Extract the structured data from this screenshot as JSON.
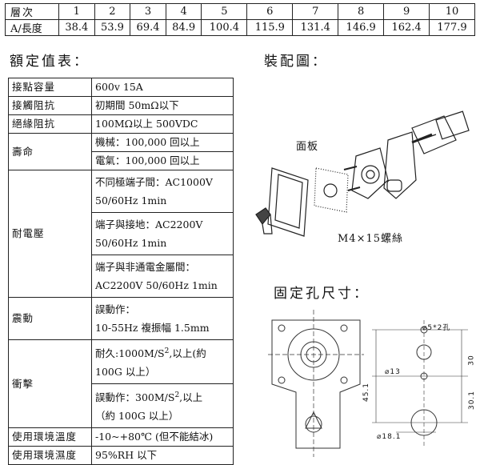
{
  "level_table": {
    "row1_header": "層次",
    "levels": [
      "1",
      "2",
      "3",
      "4",
      "5",
      "6",
      "7",
      "8",
      "9",
      "10"
    ],
    "row2_header": "A/長度",
    "lengths": [
      "38.4",
      "53.9",
      "69.4",
      "84.9",
      "100.4",
      "115.9",
      "131.4",
      "146.9",
      "162.4",
      "177.9"
    ]
  },
  "ratings_title": "額定值表：",
  "assembly_title": "裝配圖：",
  "mount_title": "固定孔尺寸：",
  "specs": {
    "contact_capacity": {
      "label": "接點容量",
      "value": "600v 15A"
    },
    "contact_resistance": {
      "label": "接觸阻抗",
      "value": "初期間 50mΩ以下"
    },
    "insulation": {
      "label": "絕緣阻抗",
      "value": "100MΩ以上 500VDC"
    },
    "life": {
      "label": "壽命",
      "mech": "機械：100,000 回以上",
      "elec": "電氣：100,000 回以上"
    },
    "withstand": {
      "label": "耐電壓",
      "a1": "不同極端子間：AC1000V",
      "a2": "50/60Hz 1min",
      "b1": "端子與接地：AC2200V",
      "b2": "50/60Hz 1min",
      "c1": "端子與非通電金屬間：",
      "c2": "AC2200V 50/60Hz 1min"
    },
    "vibration": {
      "label": "震動",
      "l1": "誤動作：",
      "l2": "10-55Hz 複振幅 1.5mm"
    },
    "shock": {
      "label": "衝擊",
      "a1": "耐久:1000M/S",
      "a1b": ",以上(約",
      "a2": "100G 以上）",
      "b1": "誤動作：300M/S",
      "b1b": ",以上",
      "b2": "（約 100G 以上）",
      "exp": "2"
    },
    "temp": {
      "label": "使用環境溫度",
      "value": "-10~+80℃ (但不能結冰)"
    },
    "humidity": {
      "label": "使用環境濕度",
      "value": "95%RH 以下"
    }
  },
  "assembly": {
    "panel_label": "面板",
    "screw_label": "M4×15螺絲"
  },
  "mount": {
    "d_small": "⌀5*2孔",
    "d13": "⌀13",
    "d18": "⌀18.1",
    "h30a": "30",
    "h30b": "30.1",
    "h45": "45.1"
  }
}
